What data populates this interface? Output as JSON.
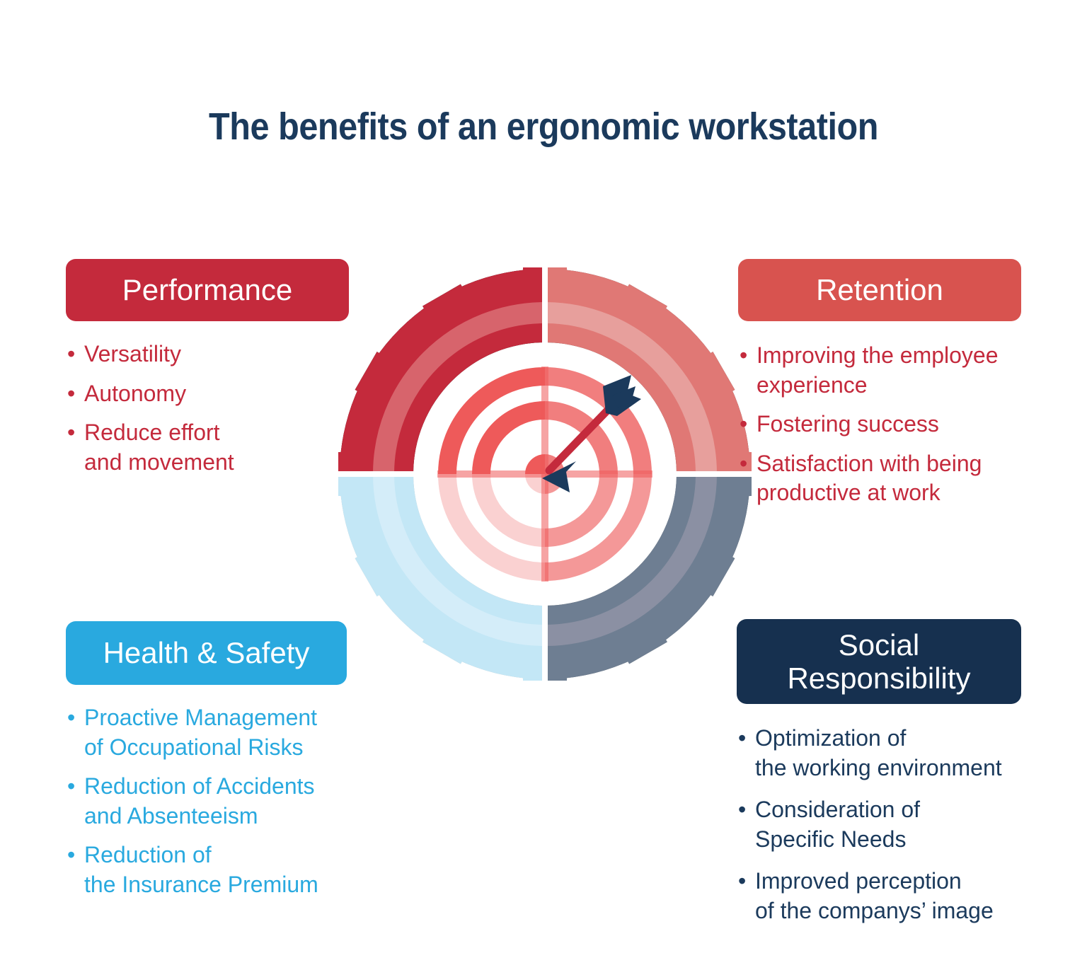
{
  "page": {
    "title": "The benefits of an ergonomic workstation",
    "background": "#FFFFFF"
  },
  "colors": {
    "crimson": "#C42A3C",
    "salmon": "#D8534F",
    "cyan": "#29A9DF",
    "navy": "#16304F",
    "title_navy": "#1B3A5C"
  },
  "quadrants": [
    {
      "id": "performance",
      "badge_label": "Performance",
      "badge_color": "#C42A3C",
      "text_color": "#C42A3C",
      "position": "top-left",
      "bullets": [
        "Versatility",
        "Autonomy",
        "Reduce effort\nand movement"
      ]
    },
    {
      "id": "retention",
      "badge_label": "Retention",
      "badge_color": "#D8534F",
      "text_color": "#C42A3C",
      "position": "top-right",
      "bullets": [
        "Improving the employee\nexperience",
        "Fostering success",
        "Satisfaction with being\nproductive at work"
      ]
    },
    {
      "id": "health-safety",
      "badge_label": "Health & Safety",
      "badge_color": "#29A9DF",
      "text_color": "#29A9DF",
      "position": "bottom-left",
      "bullets": [
        "Proactive Management\nof Occupational Risks",
        "Reduction of Accidents\nand Absenteeism",
        "Reduction of\nthe Insurance Premium"
      ]
    },
    {
      "id": "social-responsibility",
      "badge_label_line1": "Social",
      "badge_label_line2": "Responsibility",
      "badge_color": "#16304F",
      "text_color": "#1B3A5C",
      "position": "bottom-right",
      "bullets": [
        "Optimization of\nthe working environment",
        "Consideration of\nSpecific Needs",
        "Improved perception\nof the companys’ image"
      ]
    }
  ],
  "graphic": {
    "name": "gear-target-arrow",
    "description": "Four-quadrant gear wheel surrounding a concentric bullseye target struck by an arrow",
    "gear_quadrant_colors": {
      "top_left": "#C42A3C",
      "top_right": "#D8534F",
      "bottom_left": "#29A9DF",
      "bottom_right": "#16304F"
    },
    "gear_inner_band_colors": {
      "top_left": "#D15F68",
      "top_right": "#DE7D78",
      "bottom_left": "#62BDE8",
      "bottom_right": "#474F6D"
    },
    "target_ring_color": "#EE5A5A",
    "arrow_shaft_color": "#C42A3C",
    "arrow_head_color": "#1B3A5C"
  }
}
